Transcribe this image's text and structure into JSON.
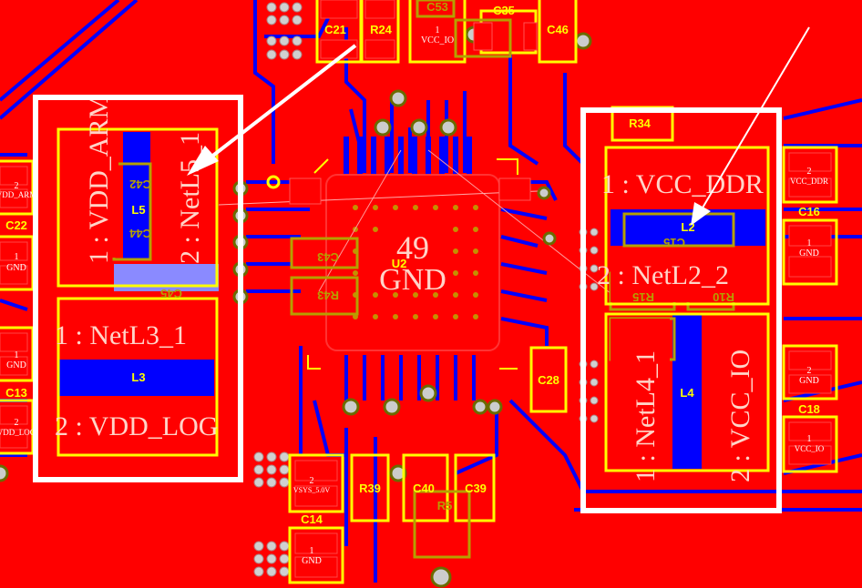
{
  "colors": {
    "board": "#ff0000",
    "copper_bottom": "#0000ff",
    "silkscreen": "#ffff00",
    "outline": "#b5a000",
    "annotation": "#ffffff",
    "via": "#d0d0d0"
  },
  "chip": {
    "designator": "U2",
    "pad_number": "49",
    "net": "GND"
  },
  "inductors": {
    "L5": {
      "designator": "L5",
      "pin1": "1 : VDD_ARM",
      "pin2": "2 : NetL5_1"
    },
    "L3": {
      "designator": "L3",
      "pin1": "1 : NetL3_1",
      "pin2": "2 : VDD_LOG"
    },
    "L2": {
      "designator": "L2",
      "pin1": "1 : VCC_DDR",
      "pin2": "2 : NetL2_2"
    },
    "L4": {
      "designator": "L4",
      "pin1": "1 : NetL4_1",
      "pin2": "2 : VCC_IO"
    }
  },
  "components": {
    "C21": "C21",
    "R24": "R24",
    "C53": "C53",
    "C35": "C35",
    "C46": "C46",
    "R34": "R34",
    "C16": "C16",
    "C18": "C18",
    "C28": "C28",
    "C22": "C22",
    "C13": "C13",
    "C14": "C14",
    "R39": "R39",
    "C40": "C40",
    "C39": "C39",
    "R5": "R5",
    "C42": "C42",
    "C44": "C44",
    "C43": "C43",
    "R43": "R43",
    "C15": "C15",
    "R15": "R15",
    "R10": "R10",
    "C45": "C45"
  },
  "nets": {
    "vcc_io_top": "VCC_IO",
    "vdd_arm_left": "VDD_ARM",
    "gnd_left_1": "GND",
    "gnd_left_2": "GND",
    "vdd_log_left": "VDD_LOG",
    "vcc_ddr_right": "VCC_DDR",
    "gnd_right_1": "GND",
    "gnd_right_2": "GND",
    "vcc_io_right": "VCC_IO",
    "vsys_bottom": "VSYS_5.0V",
    "gnd_bottom": "GND"
  },
  "pins": {
    "one": "1",
    "two": "2"
  }
}
